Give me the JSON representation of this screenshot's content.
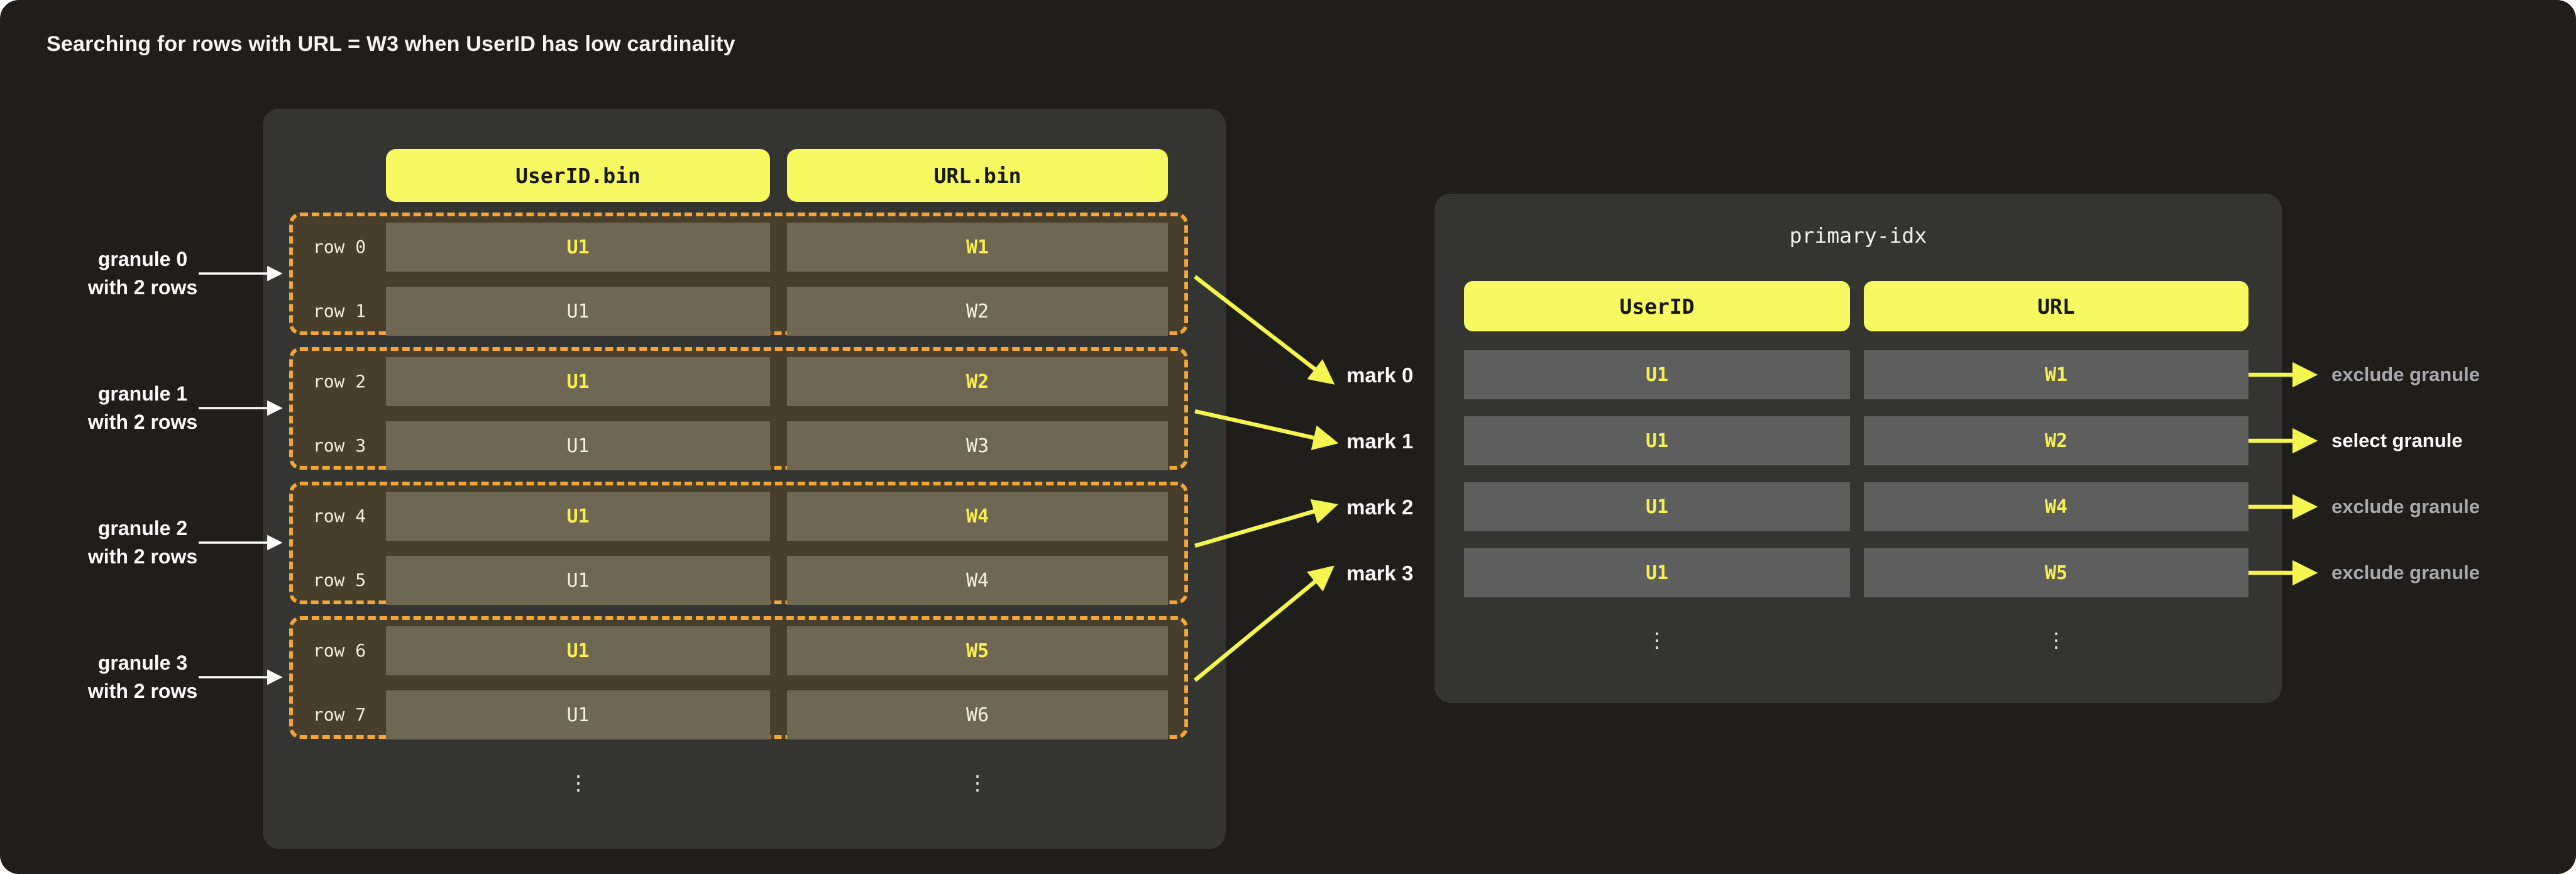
{
  "title": "Searching for rows with URL = W3 when UserID has low cardinality",
  "colors": {
    "page_background": "#1f1e1b",
    "panel_background": "#343431",
    "header_pill_yellow": "#f7f960",
    "granule_dash_amber": "#f0a63a",
    "granule_background": "#473f2c",
    "granule_cell": "#6e6754",
    "index_cell_gray": "#5e5e5e",
    "value_yellow": "#f6ef4f",
    "arrow_yellow": "#f5f54f",
    "exclude_gray": "#a7a9ac",
    "select_white": "#fdfdfd"
  },
  "bin_table": {
    "columns": [
      "UserID.bin",
      "URL.bin"
    ],
    "granules": [
      {
        "label_line1": "granule 0",
        "label_line2": "with 2 rows",
        "rows": [
          {
            "label": "row 0",
            "user_id": "U1",
            "url": "W1"
          },
          {
            "label": "row 1",
            "user_id": "U1",
            "url": "W2"
          }
        ]
      },
      {
        "label_line1": "granule 1",
        "label_line2": "with 2 rows",
        "rows": [
          {
            "label": "row 2",
            "user_id": "U1",
            "url": "W2"
          },
          {
            "label": "row 3",
            "user_id": "U1",
            "url": "W3"
          }
        ]
      },
      {
        "label_line1": "granule 2",
        "label_line2": "with 2 rows",
        "rows": [
          {
            "label": "row 4",
            "user_id": "U1",
            "url": "W4"
          },
          {
            "label": "row 5",
            "user_id": "U1",
            "url": "W4"
          }
        ]
      },
      {
        "label_line1": "granule 3",
        "label_line2": "with 2 rows",
        "rows": [
          {
            "label": "row 6",
            "user_id": "U1",
            "url": "W5"
          },
          {
            "label": "row 7",
            "user_id": "U1",
            "url": "W6"
          }
        ]
      }
    ],
    "ellipsis": "⋮"
  },
  "marks": [
    "mark 0",
    "mark 1",
    "mark 2",
    "mark 3"
  ],
  "primary_index": {
    "title": "primary-idx",
    "columns": [
      "UserID",
      "URL"
    ],
    "rows": [
      {
        "user_id": "U1",
        "url": "W1"
      },
      {
        "user_id": "U1",
        "url": "W2"
      },
      {
        "user_id": "U1",
        "url": "W4"
      },
      {
        "user_id": "U1",
        "url": "W5"
      }
    ],
    "ellipsis": "⋮"
  },
  "decisions": [
    {
      "label": "exclude granule",
      "selected": false
    },
    {
      "label": "select granule",
      "selected": true
    },
    {
      "label": "exclude granule",
      "selected": false
    },
    {
      "label": "exclude granule",
      "selected": false
    }
  ]
}
